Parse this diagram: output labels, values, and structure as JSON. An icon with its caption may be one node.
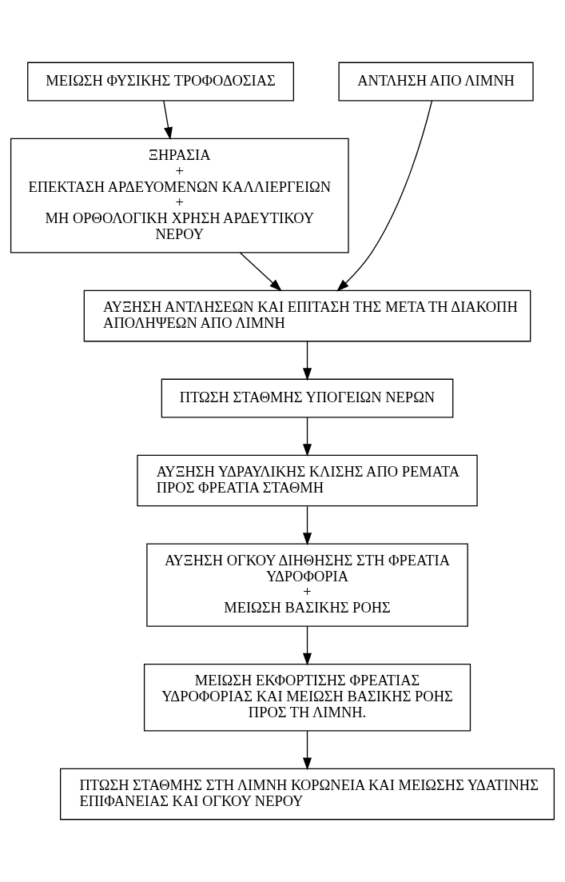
{
  "diagram": {
    "nodes": [
      {
        "text": [
          "ΜΕΙΩΣΗ ΦΥΣΙΚΗΣ ΤΡΟΦΟΔΟΣΙΑΣ"
        ]
      },
      {
        "text": [
          "ΞΗΡΑΣΙΑ",
          "+",
          "ΕΠΕΚΤΑΣΗ ΑΡΔΕΥΟΜΕΝΩΝ ΚΑΛΛΙΕΡΓΕΙΩΝ",
          "+",
          "ΜΗ ΟΡΘΟΛΟΓΙΚΗ ΧΡΗΣΗ ΑΡΔΕΥΤΙΚΟΥ ΝΕΡΟΥ"
        ]
      },
      {
        "text": [
          "ΑΝΤΛΗΣΗ ΑΠΟ ΛΙΜΝΗ"
        ]
      },
      {
        "text": [
          "ΑΥΞΗΣΗ ΑΝΤΛΗΣΕΩΝ ΚΑΙ ΕΠΙΤΑΣΗ ΤΗΣ ΜΕΤΑ ΤΗ ΔΙΑΚΟΠΗ ΑΠΟΛΗΨΕΩΝ ΑΠΟ ΛΙΜΝΗ"
        ]
      },
      {
        "text": [
          "ΠΤΩΣΗ ΣΤΑΘΜΗΣ ΥΠΟΓΕΙΩΝ ΝΕΡΩΝ"
        ]
      },
      {
        "text": [
          "ΑΥΞΗΣΗ ΥΔΡΑΥΛΙΚΗΣ ΚΛΙΣΗΣ ΑΠΟ ΡΕΜΑΤΑ ΠΡΟΣ ΦΡΕΑΤΙΑ ΣΤΑΘΜΗ"
        ]
      },
      {
        "text": [
          "ΑΥΞΗΣΗ ΟΓΚΟΥ ΔΙΗΘΗΣΗΣ ΣΤΗ ΦΡΕΑΤΙΑ ΥΔΡΟΦΟΡΙΑ",
          "+",
          "ΜΕΙΩΣΗ ΒΑΣΙΚΗΣ ΡΟΗΣ"
        ]
      },
      {
        "text": [
          "ΜΕΙΩΣΗ ΕΚΦΟΡΤΙΣΗΣ ΦΡΕΑΤΙΑΣ ΥΔΡΟΦΟΡΙΑΣ ΚΑΙ ΜΕΙΩΣΗ ΒΑΣΙΚΗΣ ΡΟΗΣ ΠΡΟΣ ΤΗ ΛΙΜΝΗ."
        ]
      },
      {
        "text": [
          "ΠΤΩΣΗ ΣΤΑΘΜΗΣ ΣΤΗ ΛΙΜΝΗ ΚΟΡΩΝΕΙΑ ΚΑΙ ΜΕΙΩΣΗΣ ΥΔΑΤΙΝΗΣ ΕΠΙΦΑΝΕΙΑΣ ΚΑΙ ΟΓΚΟΥ ΝΕΡΟΥ"
        ]
      }
    ],
    "edges": [
      {
        "from": 0,
        "to": 1,
        "arrow": "to"
      },
      {
        "from": 1,
        "to": 3,
        "arrow": "to"
      },
      {
        "from": 2,
        "to": 3,
        "arrow": "to"
      },
      {
        "from": 3,
        "to": 4,
        "arrow": "to"
      },
      {
        "from": 4,
        "to": 5,
        "arrow": "to"
      },
      {
        "from": 5,
        "to": 6,
        "arrow": "to"
      },
      {
        "from": 6,
        "to": 7,
        "arrow": "to"
      },
      {
        "from": 7,
        "to": 8,
        "arrow": "to"
      }
    ]
  }
}
